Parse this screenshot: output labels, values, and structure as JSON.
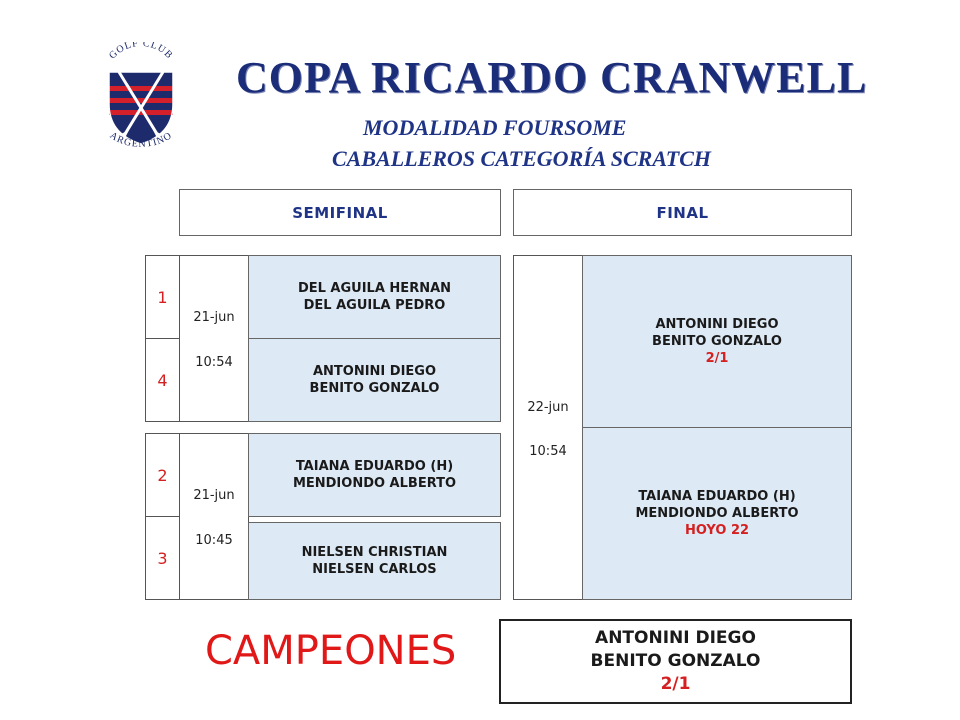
{
  "logo": {
    "arc_top": "GOLF CLUB",
    "arc_bottom": "ARGENTINO",
    "colors": {
      "navy": "#1d2a6b",
      "red": "#d3202a",
      "white": "#ffffff"
    }
  },
  "header": {
    "title": "COPA RICARDO CRANWELL",
    "subtitle1": "MODALIDAD FOURSOME",
    "subtitle2": "CABALLEROS CATEGORÍA SCRATCH"
  },
  "rounds": {
    "semifinal": "SEMIFINAL",
    "final": "FINAL"
  },
  "semifinals": [
    {
      "date": "21-jun",
      "time": "10:54",
      "pairs": [
        {
          "seed": "1",
          "player1": "DEL AGUILA HERNAN",
          "player2": "DEL AGUILA PEDRO"
        },
        {
          "seed": "4",
          "player1": "ANTONINI DIEGO",
          "player2": "BENITO GONZALO"
        }
      ]
    },
    {
      "date": "21-jun",
      "time": "10:45",
      "pairs": [
        {
          "seed": "2",
          "player1": "TAIANA EDUARDO (H)",
          "player2": "MENDIONDO ALBERTO"
        },
        {
          "seed": "3",
          "player1": "NIELSEN CHRISTIAN",
          "player2": "NIELSEN CARLOS"
        }
      ]
    }
  ],
  "final": {
    "date": "22-jun",
    "time": "10:54",
    "pairs": [
      {
        "player1": "ANTONINI DIEGO",
        "player2": "BENITO GONZALO",
        "result": "2/1"
      },
      {
        "player1": "TAIANA EDUARDO (H)",
        "player2": "MENDIONDO ALBERTO",
        "result": "HOYO 22"
      }
    ]
  },
  "champions": {
    "label": "CAMPEONES",
    "player1": "ANTONINI DIEGO",
    "player2": "BENITO GONZALO",
    "result": "2/1"
  },
  "colors": {
    "title": "#1b2d78",
    "accent_red": "#d42020",
    "cell_fill": "#dde9f5"
  }
}
